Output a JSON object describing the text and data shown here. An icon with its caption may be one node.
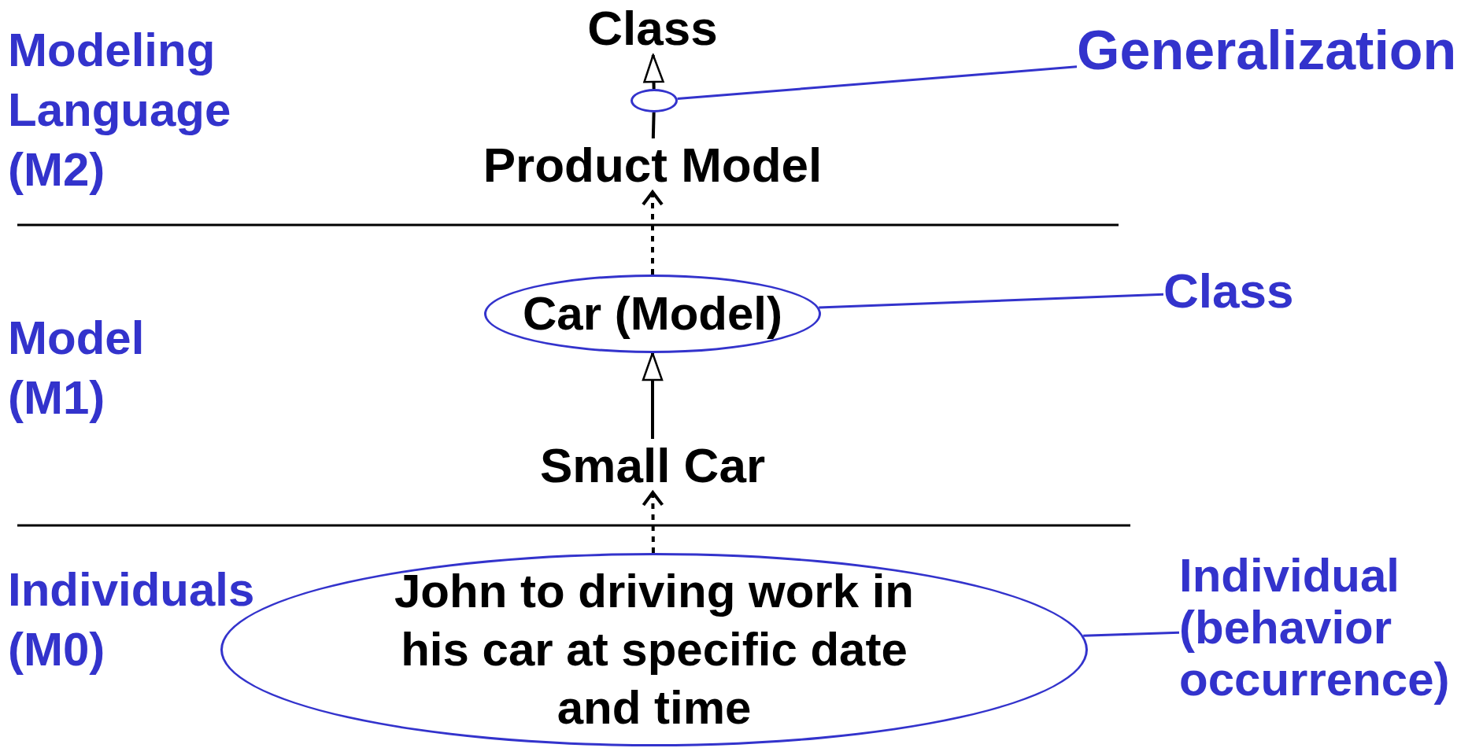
{
  "diagram": {
    "nodes": [
      {
        "text": [
          "Class"
        ]
      },
      {
        "text": [
          "Product Model"
        ]
      },
      {
        "text": [
          "Car (Model)"
        ]
      },
      {
        "text": [
          "Small Car"
        ]
      },
      {
        "text": [
          "John to driving work in his car at specific date and time"
        ]
      },
      {
        "text": [
          "Generalization"
        ]
      },
      {
        "text": [],
        "shape": "circle"
      },
      {
        "text": [
          "Class"
        ]
      },
      {
        "text": [
          "Individual (behavior occurrence)"
        ]
      }
    ],
    "edges": [
      {
        "from": 1,
        "to": 6,
        "arrow": "none"
      },
      {
        "from": 6,
        "to": 0,
        "arrow": "to"
      },
      {
        "from": 2,
        "to": 1,
        "arrow": "to",
        "style": "dashed"
      },
      {
        "from": 3,
        "to": 2,
        "arrow": "to"
      },
      {
        "from": 4,
        "to": 3,
        "arrow": "to",
        "style": "dashed"
      },
      {
        "from": 5,
        "to": 6,
        "arrow": "none",
        "color": "#3333cc"
      },
      {
        "from": 7,
        "to": 2,
        "arrow": "none",
        "color": "#3333cc"
      },
      {
        "from": 8,
        "to": 4,
        "arrow": "none",
        "color": "#3333cc"
      }
    ],
    "labels": [
      "Modeling Language (M2)",
      "Model (M1)",
      "Individuals (M0)"
    ]
  }
}
